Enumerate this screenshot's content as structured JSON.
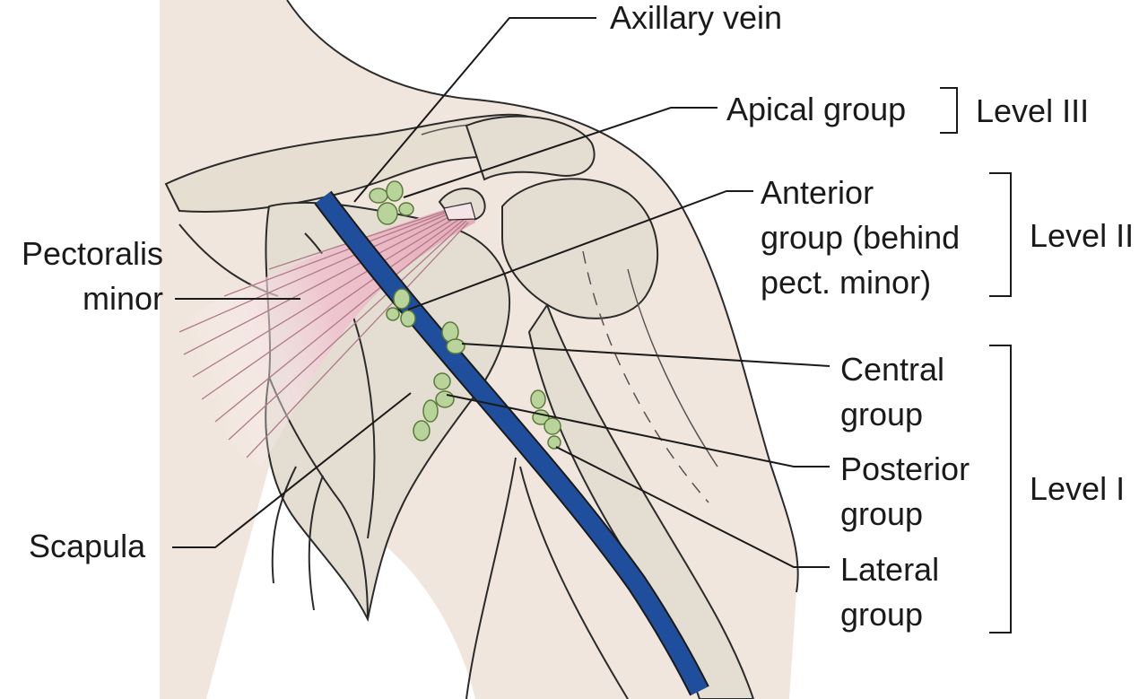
{
  "labels": {
    "axillary_vein": "Axillary vein",
    "apical_group": "Apical group",
    "level_3": "Level III",
    "anterior_group": [
      "Anterior",
      "group (behind",
      "pect. minor)"
    ],
    "level_2": "Level II",
    "pectoralis_minor": [
      "Pectoralis",
      "minor"
    ],
    "central_group": [
      "Central",
      "group"
    ],
    "posterior_group": [
      "Posterior",
      "group"
    ],
    "lateral_group": [
      "Lateral",
      "group"
    ],
    "level_1": "Level I",
    "scapula": "Scapula"
  },
  "colors": {
    "skin": "#f1e6dd",
    "skin_shadow": "#e8d9cc",
    "bone": "#e3ddd2",
    "bone_outline": "#3a3a3a",
    "vein": "#1f4f9c",
    "lymph_node": "#b9d49a",
    "lymph_node_outline": "#5a7a3a",
    "muscle": "#e8b7c2",
    "muscle_dark": "#cf8e9f",
    "text": "#1a1a1a"
  }
}
